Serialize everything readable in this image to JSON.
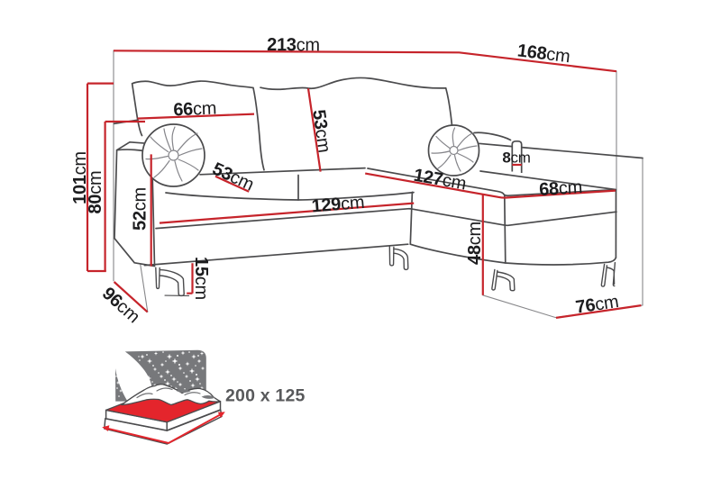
{
  "figure": {
    "type": "furniture dimension diagram",
    "subject": "corner sofa with chaise longue"
  },
  "dims": {
    "total_width": {
      "value": "213",
      "unit": "cm"
    },
    "total_depth": {
      "value": "168",
      "unit": "cm"
    },
    "back_cushion_width": {
      "value": "66",
      "unit": "cm"
    },
    "back_cushion_height": {
      "value": "53",
      "unit": "cm"
    },
    "seat_depth": {
      "value": "53",
      "unit": "cm"
    },
    "total_height": {
      "value": "101",
      "unit": "cm"
    },
    "frame_height": {
      "value": "80",
      "unit": "cm"
    },
    "armrest_height": {
      "value": "52",
      "unit": "cm"
    },
    "seat_width": {
      "value": "129",
      "unit": "cm"
    },
    "chaise_length": {
      "value": "127",
      "unit": "cm"
    },
    "chaise_width": {
      "value": "68",
      "unit": "cm"
    },
    "chaise_height": {
      "value": "48",
      "unit": "cm"
    },
    "side_rail_thickness": {
      "value": "8",
      "unit": "cm"
    },
    "leg_height": {
      "value": "15",
      "unit": "cm"
    },
    "side_depth": {
      "value": "96",
      "unit": "cm"
    },
    "footprint_width": {
      "value": "76",
      "unit": "cm"
    }
  },
  "sleeping_area": {
    "size": "200 x 125"
  },
  "colors": {
    "dimension_red": "#c6242b",
    "outline_gray": "#4b4b4d",
    "construction_gray": "#87878a",
    "icon_red": "#e4252c",
    "icon_panel_gray": "#77787b",
    "icon_text_gray": "#58595b",
    "label_black": "#1c1c1e"
  }
}
